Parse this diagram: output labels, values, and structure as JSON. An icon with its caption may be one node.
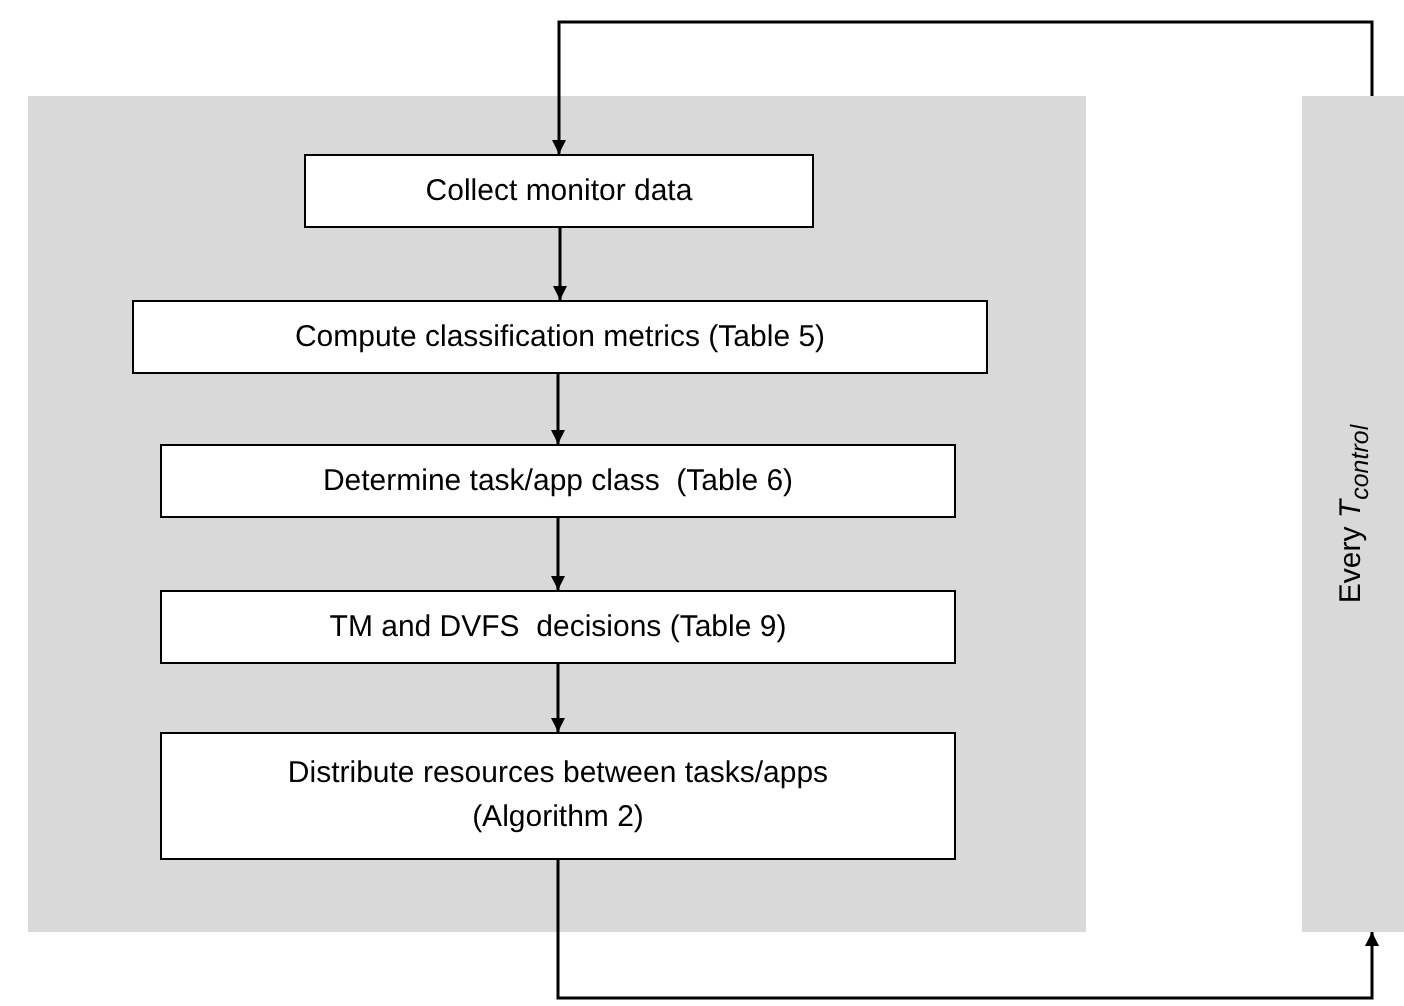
{
  "diagram": {
    "nodes": [
      {
        "text": [],
        "shape": "box"
      },
      {
        "text": [
          "Collect monitor data"
        ],
        "in": 0
      },
      {
        "text": [
          "Compute classification metrics (Table 5)"
        ],
        "in": 0
      },
      {
        "text": [
          "Determine task/app class  (Table 6)"
        ],
        "in": 0
      },
      {
        "text": [
          "TM and DVFS  decisions (Table 9)"
        ],
        "in": 0
      },
      {
        "text": [
          "Distribute resources between tasks/apps (Algorithm 2)"
        ],
        "in": 0
      },
      {
        "text": [
          "Every *T*$_{control}$"
        ]
      }
    ],
    "edges": [
      {
        "from": 1,
        "to": 2,
        "arrow": "to"
      },
      {
        "from": 2,
        "to": 3,
        "arrow": "to"
      },
      {
        "from": 3,
        "to": 4,
        "arrow": "to"
      },
      {
        "from": 4,
        "to": 5,
        "arrow": "to"
      },
      {
        "from": 5,
        "to": 6,
        "arrow": "to"
      },
      {
        "from": 6,
        "to": 1,
        "arrow": "to"
      }
    ]
  }
}
